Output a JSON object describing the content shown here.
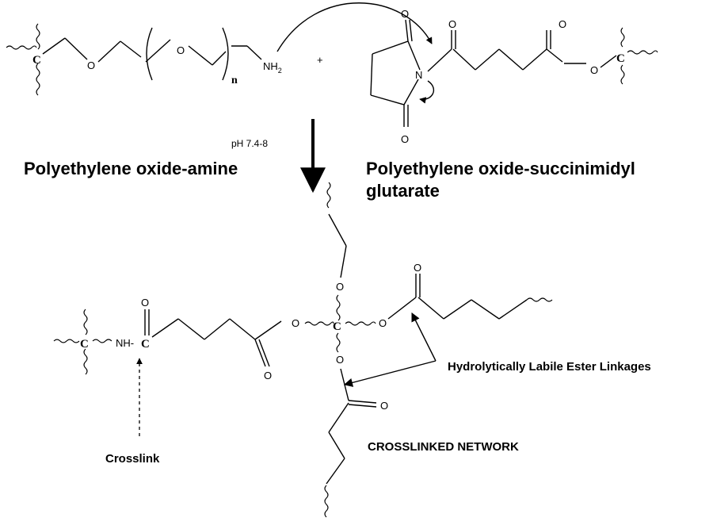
{
  "diagram": {
    "reactant1_label": "Polyethylene oxide-amine",
    "reactant2_label_line1": "Polyethylene oxide-succinimidyl",
    "reactant2_label_line2": "glutarate",
    "condition": "pH 7.4-8",
    "plus_sign": "+",
    "product_label": "CROSSLINKED NETWORK",
    "crosslink_label": "Crosslink",
    "ester_label": "Hydrolytically Labile Ester Linkages",
    "atoms": {
      "carbon": "C",
      "oxygen": "O",
      "nitrogen": "N",
      "nh2_main": "NH",
      "nh2_sub": "2",
      "repeat_n": "n",
      "amide_nh": "NH-",
      "amide_c": "C"
    }
  }
}
